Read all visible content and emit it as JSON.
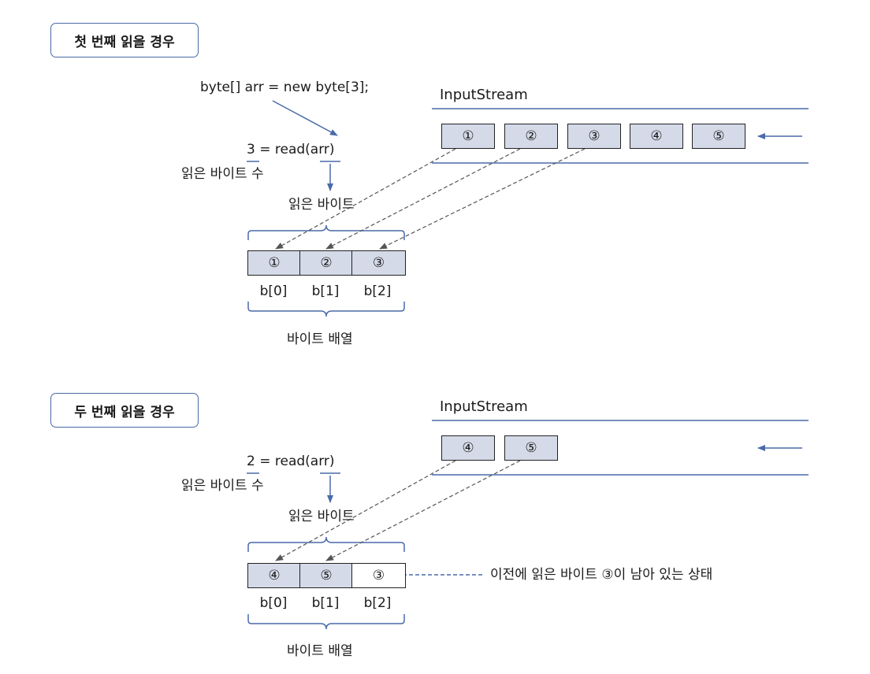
{
  "first": {
    "title": "첫 번째 읽을 경우",
    "code": "byte[] arr = new byte[3];",
    "call": "3 = read(arr)",
    "count_label": "읽은 바이트 수",
    "bytes_read_label": "읽은 바이트",
    "stream_label": "InputStream",
    "stream_bytes": [
      "①",
      "②",
      "③",
      "④",
      "⑤"
    ],
    "array_cells": [
      "①",
      "②",
      "③"
    ],
    "array_index": [
      "b[0]",
      "b[1]",
      "b[2]"
    ],
    "array_label": "바이트 배열"
  },
  "second": {
    "title": "두 번째 읽을 경우",
    "call": "2 = read(arr)",
    "count_label": "읽은 바이트 수",
    "bytes_read_label": "읽은 바이트",
    "stream_label": "InputStream",
    "stream_bytes": [
      "④",
      "⑤"
    ],
    "array_cells": [
      "④",
      "⑤",
      "③"
    ],
    "array_index": [
      "b[0]",
      "b[1]",
      "b[2]"
    ],
    "array_label": "바이트 배열",
    "remaining_note": "이전에 읽은 바이트 ③이 남아 있는 상태"
  },
  "colors": {
    "accent": "#4a6aa8",
    "cell_fill": "#d4dae8",
    "dashed": "#555555"
  }
}
